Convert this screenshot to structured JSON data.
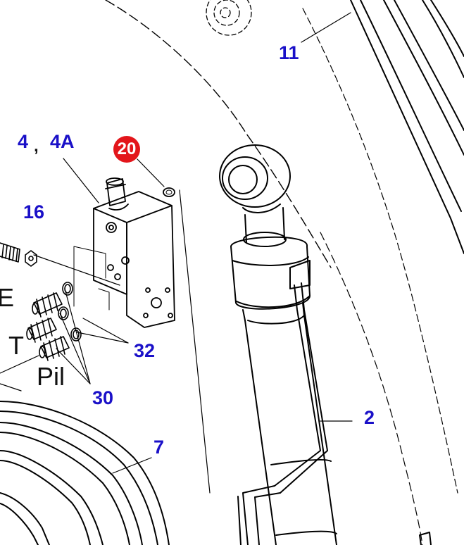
{
  "colors": {
    "callout_text": "#1a10c8",
    "badge_fill": "#e3161b",
    "badge_text": "#ffffff",
    "line": "#000000"
  },
  "callouts": {
    "c4": "4",
    "comma": ",",
    "c4a": "4A",
    "c16": "16",
    "c11": "11",
    "c2": "2",
    "c32": "32",
    "c30": "30",
    "c7": "7"
  },
  "badge": {
    "label": "20"
  },
  "ports": {
    "e": "E",
    "t": "T",
    "pil": "Pil"
  }
}
